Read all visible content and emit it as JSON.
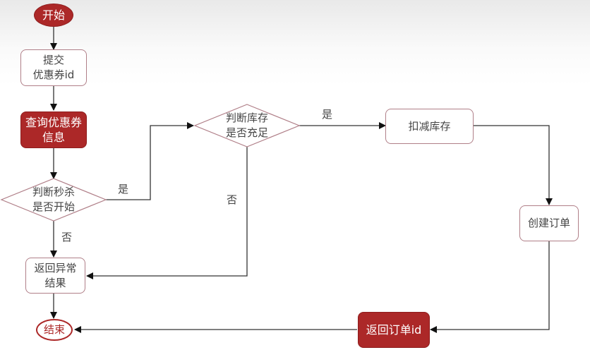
{
  "diagram": {
    "nodes": {
      "start": "开始",
      "submit": "提交\n优惠券id",
      "query": "查询优惠券\n信息",
      "check_start": "判断秒杀\n是否开始",
      "check_stock": "判断库存\n是否充足",
      "deduct": "扣减库存",
      "create_order": "创建订单",
      "return_error": "返回异常\n结果",
      "return_order": "返回订单id",
      "end": "结束"
    },
    "edge_labels": {
      "start_yes": "是",
      "start_no": "否",
      "stock_yes": "是",
      "stock_no": "否"
    },
    "colors": {
      "accent": "#ac2828",
      "node_border": "#b07f88",
      "line": "#333333"
    }
  }
}
